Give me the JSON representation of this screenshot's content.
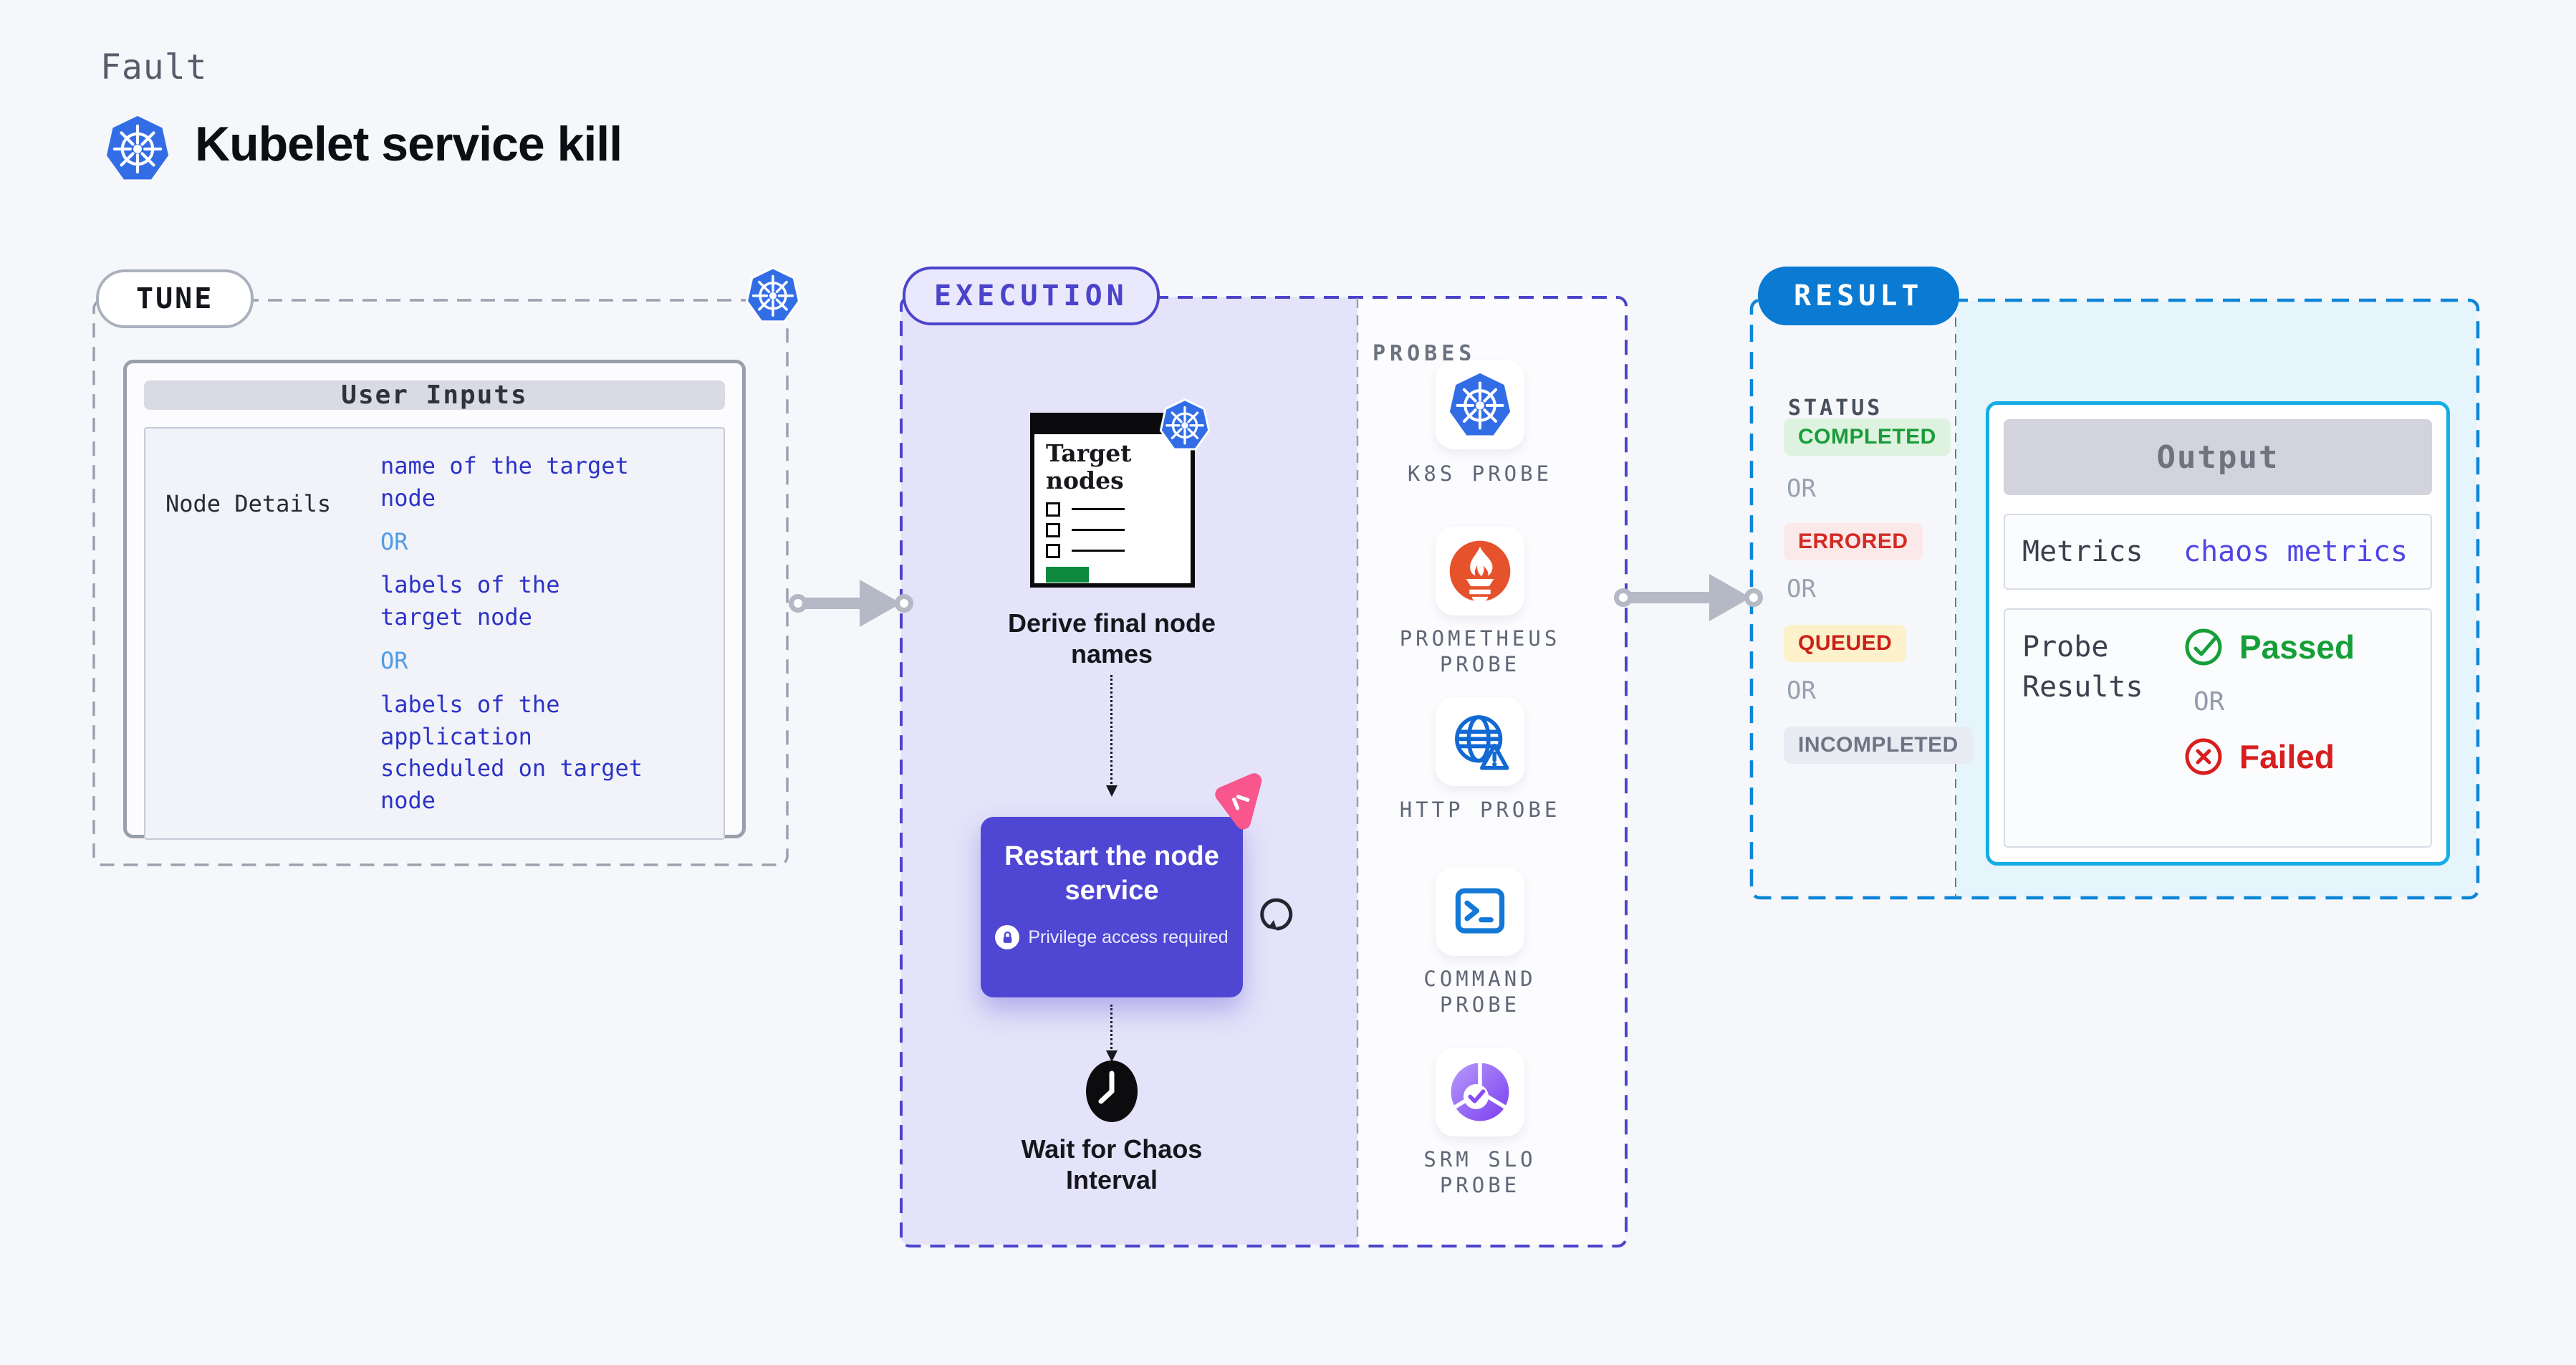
{
  "colors": {
    "page_bg": "#f5f7fa",
    "tune_border_gray": "#9ba2ae",
    "execution_indigo": "#4b44cb",
    "execution_bg": "#e5e3f9",
    "result_blue": "#0a7ad2",
    "result_dash_blue": "#0d86d8",
    "result_bg": "#e6f4fc",
    "output_border_cyan": "#15ade5",
    "value_blue": "#2c33c8",
    "or_light_blue": "#4f9ce5",
    "passed_green": "#169f38",
    "failed_red": "#d71f1f",
    "k8s_blue": "#326de6",
    "prometheus_orange": "#e6522c",
    "litmus_pink": "#f8568c",
    "chaos_card_purple": "#4f46d4",
    "doc_green_bar": "#0e8a3e"
  },
  "header": {
    "category": "Fault",
    "title": "Kubelet service kill"
  },
  "tune": {
    "pill": "TUNE",
    "table_header": "User Inputs",
    "row_label": "Node Details",
    "value_1": "name of the target\nnode",
    "or": "OR",
    "value_2": "labels of the\ntarget node",
    "value_3": "labels of the application\nscheduled on target node"
  },
  "execution": {
    "pill": "EXECUTION",
    "doc_title": "Target nodes",
    "step_derive": "Derive final node\nnames",
    "card_title": "Restart the node\nservice",
    "card_badge": "Privilege access required",
    "step_wait": "Wait for Chaos\nInterval",
    "probes": {
      "label": "PROBES",
      "items": [
        {
          "label": "K8S PROBE",
          "icon": "kubernetes-icon"
        },
        {
          "label": "PROMETHEUS\nPROBE",
          "icon": "prometheus-icon"
        },
        {
          "label": "HTTP PROBE",
          "icon": "http-globe-icon"
        },
        {
          "label": "COMMAND\nPROBE",
          "icon": "terminal-icon"
        },
        {
          "label": "SRM SLO\nPROBE",
          "icon": "srm-slo-icon"
        }
      ]
    }
  },
  "result": {
    "pill": "RESULT",
    "status_label": "STATUS",
    "or": "OR",
    "statuses": [
      {
        "label": "COMPLETED",
        "bg": "#def3df",
        "fg": "#1b9c3c"
      },
      {
        "label": "ERRORED",
        "bg": "#fbe9e9",
        "fg": "#d42a24"
      },
      {
        "label": "QUEUED",
        "bg": "#fcf1ca",
        "fg": "#cb2018"
      },
      {
        "label": "INCOMPLETED",
        "bg": "#e8ebf2",
        "fg": "#6d7585"
      }
    ],
    "output": {
      "header": "Output",
      "metrics_label": "Metrics",
      "metrics_value": "chaos metrics",
      "probe_label": "Probe\nResults",
      "passed": "Passed",
      "or": "OR",
      "failed": "Failed"
    }
  }
}
